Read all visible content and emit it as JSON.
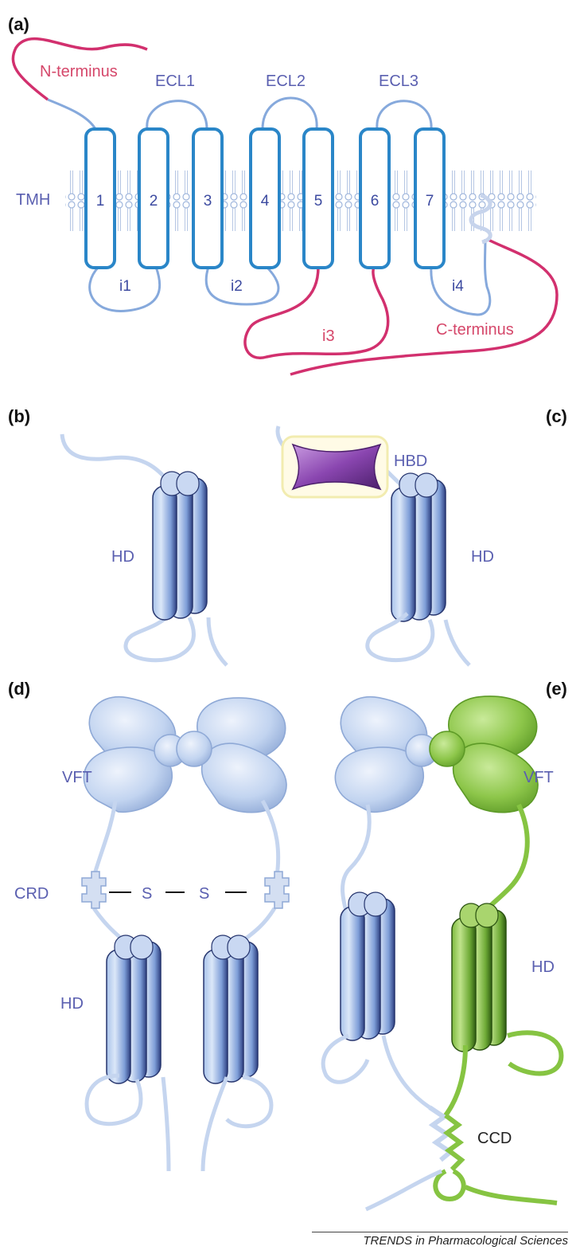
{
  "panels": {
    "a": "(a)",
    "b": "(b)",
    "c": "(c)",
    "d": "(d)",
    "e": "(e)"
  },
  "panel_a": {
    "n_terminus": "N-terminus",
    "c_terminus": "C-terminus",
    "tmh": "TMH",
    "ecl": [
      "ECL1",
      "ECL2",
      "ECL3"
    ],
    "helices": [
      "1",
      "2",
      "3",
      "4",
      "5",
      "6",
      "7"
    ],
    "loops": [
      "i1",
      "i2",
      "i3",
      "i4"
    ]
  },
  "panel_b": {
    "hd": "HD"
  },
  "panel_c": {
    "hbd": "HBD",
    "hd": "HD"
  },
  "panel_d": {
    "vft": "VFT",
    "crd": "CRD",
    "s1": "S",
    "s2": "S",
    "hd": "HD"
  },
  "panel_e": {
    "vft": "VFT",
    "hd": "HD",
    "ccd": "CCD"
  },
  "credit": "TRENDS in Pharmacological Sciences",
  "colors": {
    "helix_stroke": "#2a86c8",
    "loop_blue": "#86a9dc",
    "magenta": "#d2306e",
    "pale_blue": "#b9cdec",
    "green": "#86c442",
    "purple": "#7b3d9e"
  }
}
